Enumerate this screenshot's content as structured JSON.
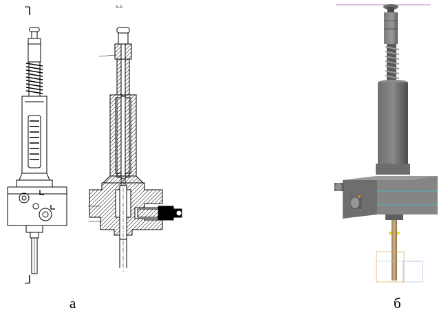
{
  "captions": {
    "a": "а",
    "b": "б"
  },
  "labels": {
    "section": "A-A"
  },
  "colors": {
    "line": "#000000",
    "model_dark": "#5a5a5a",
    "model_mid": "#7d7d7d",
    "model_light": "#a9a9a9",
    "rod": "#b99a6b",
    "ring": "#e8e000",
    "axis": "#c080c0",
    "edge_cyan": "#44bcd8"
  }
}
